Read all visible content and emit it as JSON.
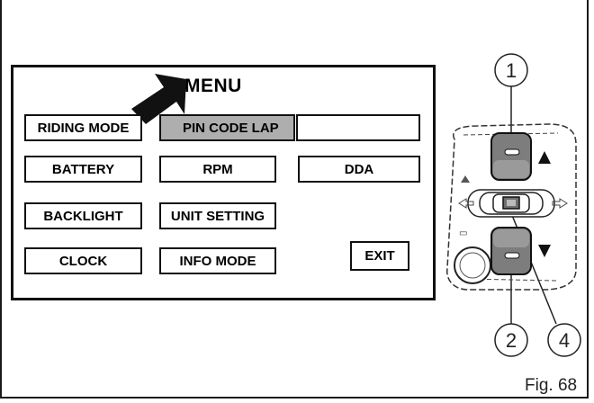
{
  "menu": {
    "title": "MENU",
    "buttons": {
      "riding_mode": "RIDING MODE",
      "pin_code_lap": "PIN CODE LAP",
      "blank": "",
      "battery": "BATTERY",
      "rpm": "RPM",
      "dda": "DDA",
      "backlight": "BACKLIGHT",
      "unit_setting": "UNIT SETTING",
      "clock": "CLOCK",
      "info_mode": "INFO MODE",
      "exit": "EXIT"
    },
    "selected": "pin_code_lap"
  },
  "callouts": [
    "1",
    "2",
    "4"
  ],
  "figure_label": "Fig. 68",
  "colors": {
    "selected_fill": "#aeaeae",
    "outline": "#111111"
  },
  "icons": [
    "pointer-arrow-icon",
    "up-triangle-icon",
    "down-triangle-icon",
    "left-arrow-icon",
    "right-arrow-icon"
  ]
}
